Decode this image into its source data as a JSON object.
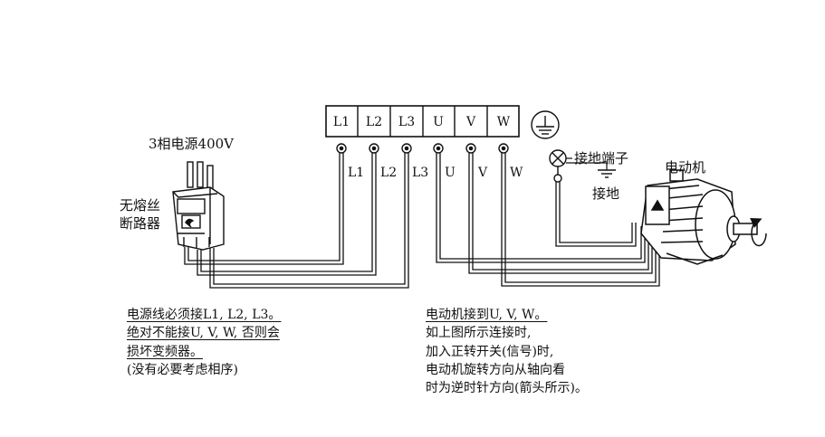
{
  "terminals": [
    "L1",
    "L2",
    "L3",
    "U",
    "V",
    "W"
  ],
  "wire_labels": [
    "L1",
    "L2",
    "L3",
    "U",
    "V",
    "W"
  ],
  "labels": {
    "power": "3相电源400V",
    "breaker_line1": "无熔丝",
    "breaker_line2": "断路器",
    "ground_terminal": "接地端子",
    "ground": "接地",
    "motor": "电动机"
  },
  "notes": {
    "left": [
      "电源线必须接L1, L2, L3。",
      "绝对不能接U, V, W, 否则会",
      "损坏变频器。",
      "(没有必要考虑相序)"
    ],
    "right": [
      "电动机接到U, V, W。",
      "如上图所示连接时,",
      "加入正转开关(信号)时,",
      "电动机旋转方向从轴向看",
      "时为逆时针方向(箭头所示)。"
    ]
  }
}
